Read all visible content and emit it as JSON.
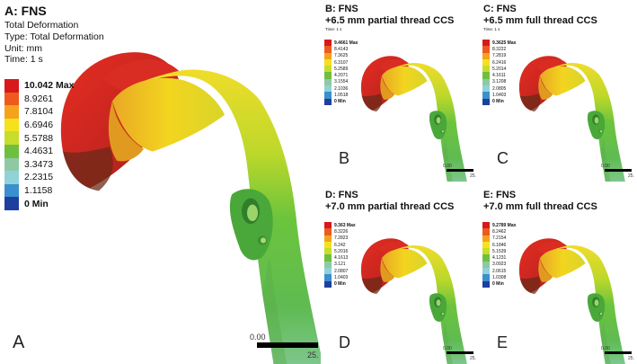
{
  "panelA": {
    "title": "A: FNS",
    "info": [
      "Total Deformation",
      "Type: Total Deformation",
      "Unit: mm",
      "Time: 1 s"
    ],
    "legend": [
      "10.042 Max",
      "8.9261",
      "7.8104",
      "6.6946",
      "5.5788",
      "4.4631",
      "3.3473",
      "2.2315",
      "1.1158",
      "0 Min"
    ],
    "letter": "A",
    "scale_start": "0.00",
    "scale_end": "25."
  },
  "panelB": {
    "title_line1": "B: FNS",
    "title_line2": "+6.5 mm partial thread CCS",
    "time": "Time: 1 s",
    "legend": [
      "9.4661 Max",
      "8.4143",
      "7.3625",
      "6.3107",
      "5.2589",
      "4.2071",
      "3.1554",
      "2.1036",
      "1.0518",
      "0 Min"
    ],
    "letter": "B",
    "scale_start": "0.00",
    "scale_end": "25."
  },
  "panelC": {
    "title_line1": "C: FNS",
    "title_line2": "+6.5 mm full thread CCS",
    "time": "Time: 1 s",
    "legend": [
      "9.3625 Max",
      "8.3222",
      "7.2819",
      "6.2416",
      "5.2014",
      "4.1611",
      "3.1208",
      "2.0805",
      "1.0403",
      "0 Min"
    ],
    "letter": "C",
    "scale_start": "0.00",
    "scale_end": "25."
  },
  "panelD": {
    "title_line1": "D: FNS",
    "title_line2": "+7.0 mm partial thread CCS",
    "legend": [
      "9.363 Max",
      "8.3226",
      "7.2823",
      "6.242",
      "5.2016",
      "4.1613",
      "3.121",
      "2.0807",
      "1.0403",
      "0 Min"
    ],
    "letter": "D",
    "scale_start": "0.00",
    "scale_end": "25."
  },
  "panelE": {
    "title_line1": "E: FNS",
    "title_line2": "+7.0 mm full thread CCS",
    "legend": [
      "9.2789 Max",
      "8.2462",
      "7.2154",
      "6.1846",
      "5.1539",
      "4.1231",
      "3.0923",
      "2.0615",
      "1.0308",
      "0 Min"
    ],
    "letter": "E",
    "scale_start": "0.00",
    "scale_end": "25."
  },
  "legend_colors": [
    "#d7191c",
    "#ee5a1e",
    "#f6a21d",
    "#f4e21c",
    "#c8dc2c",
    "#6fbf3f",
    "#8fc9a4",
    "#8fd3d8",
    "#3a8fcf",
    "#1f3f9f"
  ]
}
